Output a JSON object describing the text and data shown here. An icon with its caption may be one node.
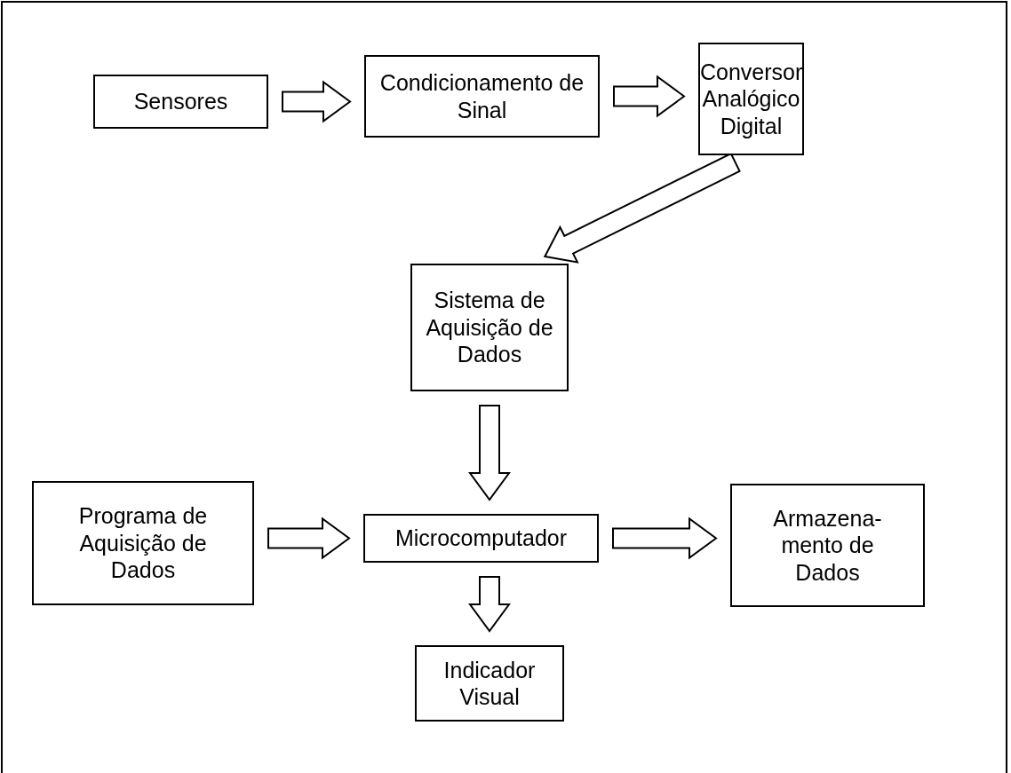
{
  "diagram": {
    "nodes": [
      {
        "text": [
          "Sensores"
        ]
      },
      {
        "text": [
          "Condicionamento de Sinal"
        ]
      },
      {
        "text": [
          "Conversor Analógico Digital"
        ]
      },
      {
        "text": [
          "Sistema de Aquisição de Dados"
        ]
      },
      {
        "text": [
          "Programa de Aquisição de Dados"
        ]
      },
      {
        "text": [
          "Microcomputador"
        ]
      },
      {
        "text": [
          "Armazena- mento de Dados"
        ]
      },
      {
        "text": [
          "Indicador Visual"
        ]
      }
    ],
    "edges": [
      {
        "from": 0,
        "to": 1,
        "arrow": "to"
      },
      {
        "from": 1,
        "to": 2,
        "arrow": "to"
      },
      {
        "from": 2,
        "to": 3,
        "arrow": "to"
      },
      {
        "from": 3,
        "to": 5,
        "arrow": "to"
      },
      {
        "from": 4,
        "to": 5,
        "arrow": "to"
      },
      {
        "from": 5,
        "to": 6,
        "arrow": "to"
      },
      {
        "from": 5,
        "to": 7,
        "arrow": "to"
      }
    ]
  }
}
